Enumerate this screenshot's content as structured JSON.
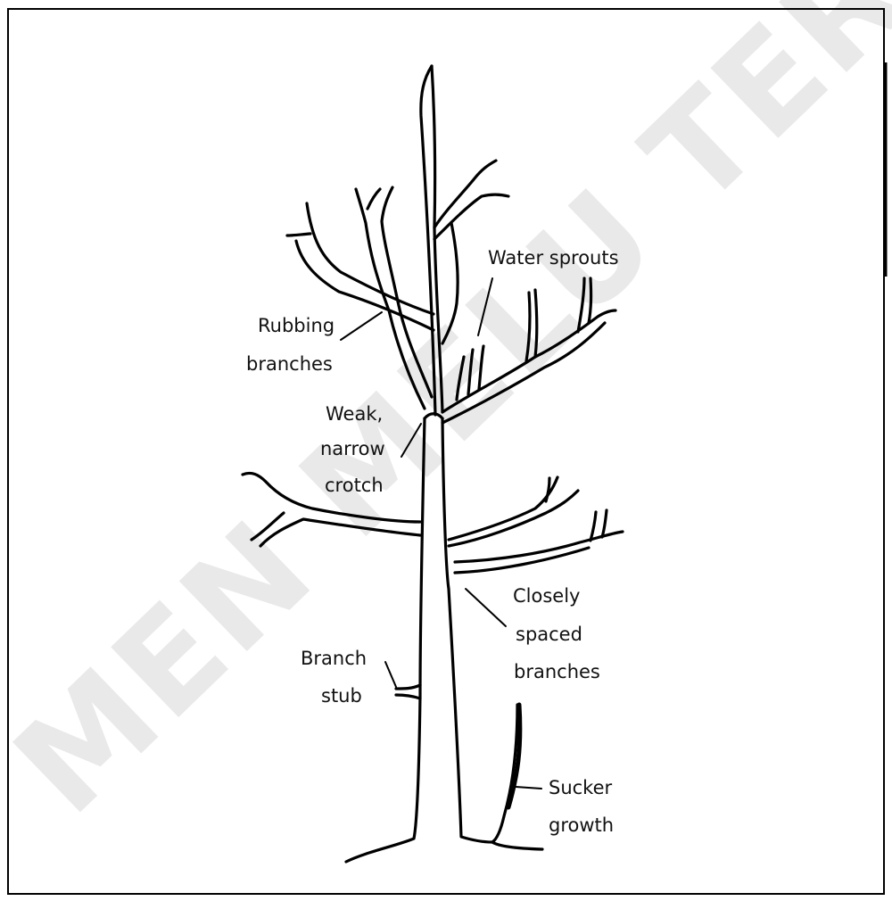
{
  "watermark": "MEN MELU TERKAN",
  "labels": {
    "water_sprouts": "Water sprouts",
    "rubbing_1": "Rubbing",
    "rubbing_2": "branches",
    "weak_1": "Weak,",
    "weak_2": "narrow",
    "weak_3": "crotch",
    "closely_1": "Closely",
    "closely_2": "spaced",
    "closely_3": "branches",
    "stub_1": "Branch",
    "stub_2": "stub",
    "sucker_1": "Sucker",
    "sucker_2": "growth"
  },
  "colors": {
    "ink": "#000000",
    "watermark": "#e9e9e9",
    "background": "#ffffff"
  }
}
